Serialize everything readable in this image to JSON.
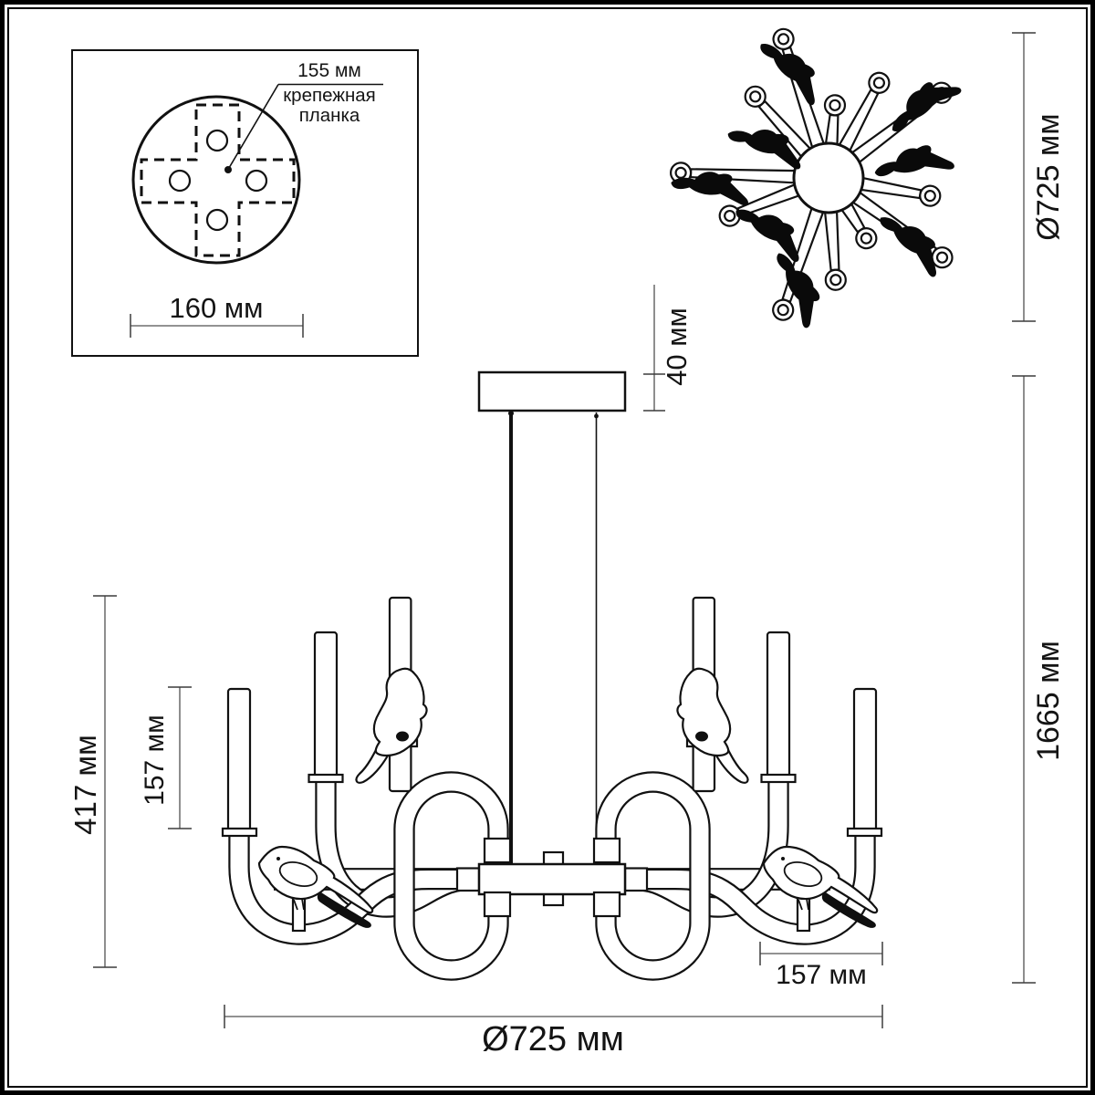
{
  "detail_box": {
    "offset_dim": "155 мм",
    "caption_line1": "крепежная",
    "caption_line2": "планка",
    "width_dim": "160 мм"
  },
  "top_view": {
    "diameter_dim": "Ø725 мм"
  },
  "front_view": {
    "canopy_height_dim": "40 мм",
    "overall_height_dim": "1665 мм",
    "body_height_dim": "417 мм",
    "candle_height_dim": "157 мм",
    "arm_length_dim": "157 мм",
    "diameter_dim": "Ø725 мм"
  },
  "colors": {
    "line": "#111111",
    "dim_line": "#828282",
    "text": "#141414",
    "background": "#ffffff"
  }
}
